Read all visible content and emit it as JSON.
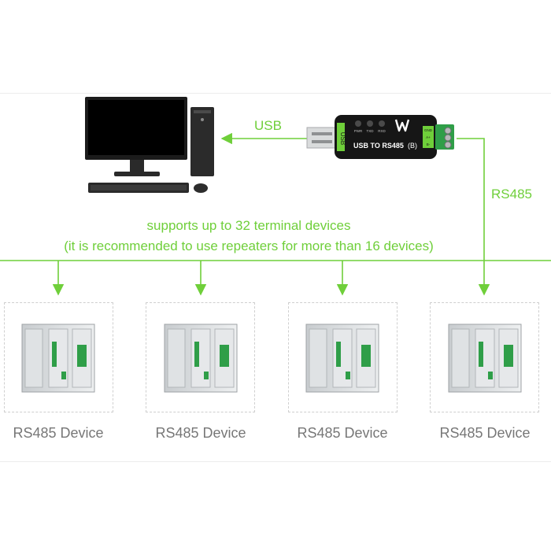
{
  "labels": {
    "usb": "USB",
    "rs485": "RS485",
    "support_line1": "supports up to 32 terminal devices",
    "support_line2": "(it is recommended to use repeaters for more than 16 devices)"
  },
  "converter": {
    "title": "USB TO RS485",
    "variant": "(B)",
    "usb_tag": "USB",
    "leds": [
      "PWR",
      "TXD",
      "RXD"
    ],
    "terminals": [
      "GND",
      "A+",
      "B-"
    ]
  },
  "devices": [
    {
      "label": "RS485 Device"
    },
    {
      "label": "RS485 Device"
    },
    {
      "label": "RS485 Device"
    },
    {
      "label": "RS485 Device"
    }
  ],
  "colors": {
    "accent": "#6fcf3a",
    "converter_body": "#161616",
    "terminal_green": "#2f9e48",
    "caption_gray": "#777777"
  }
}
